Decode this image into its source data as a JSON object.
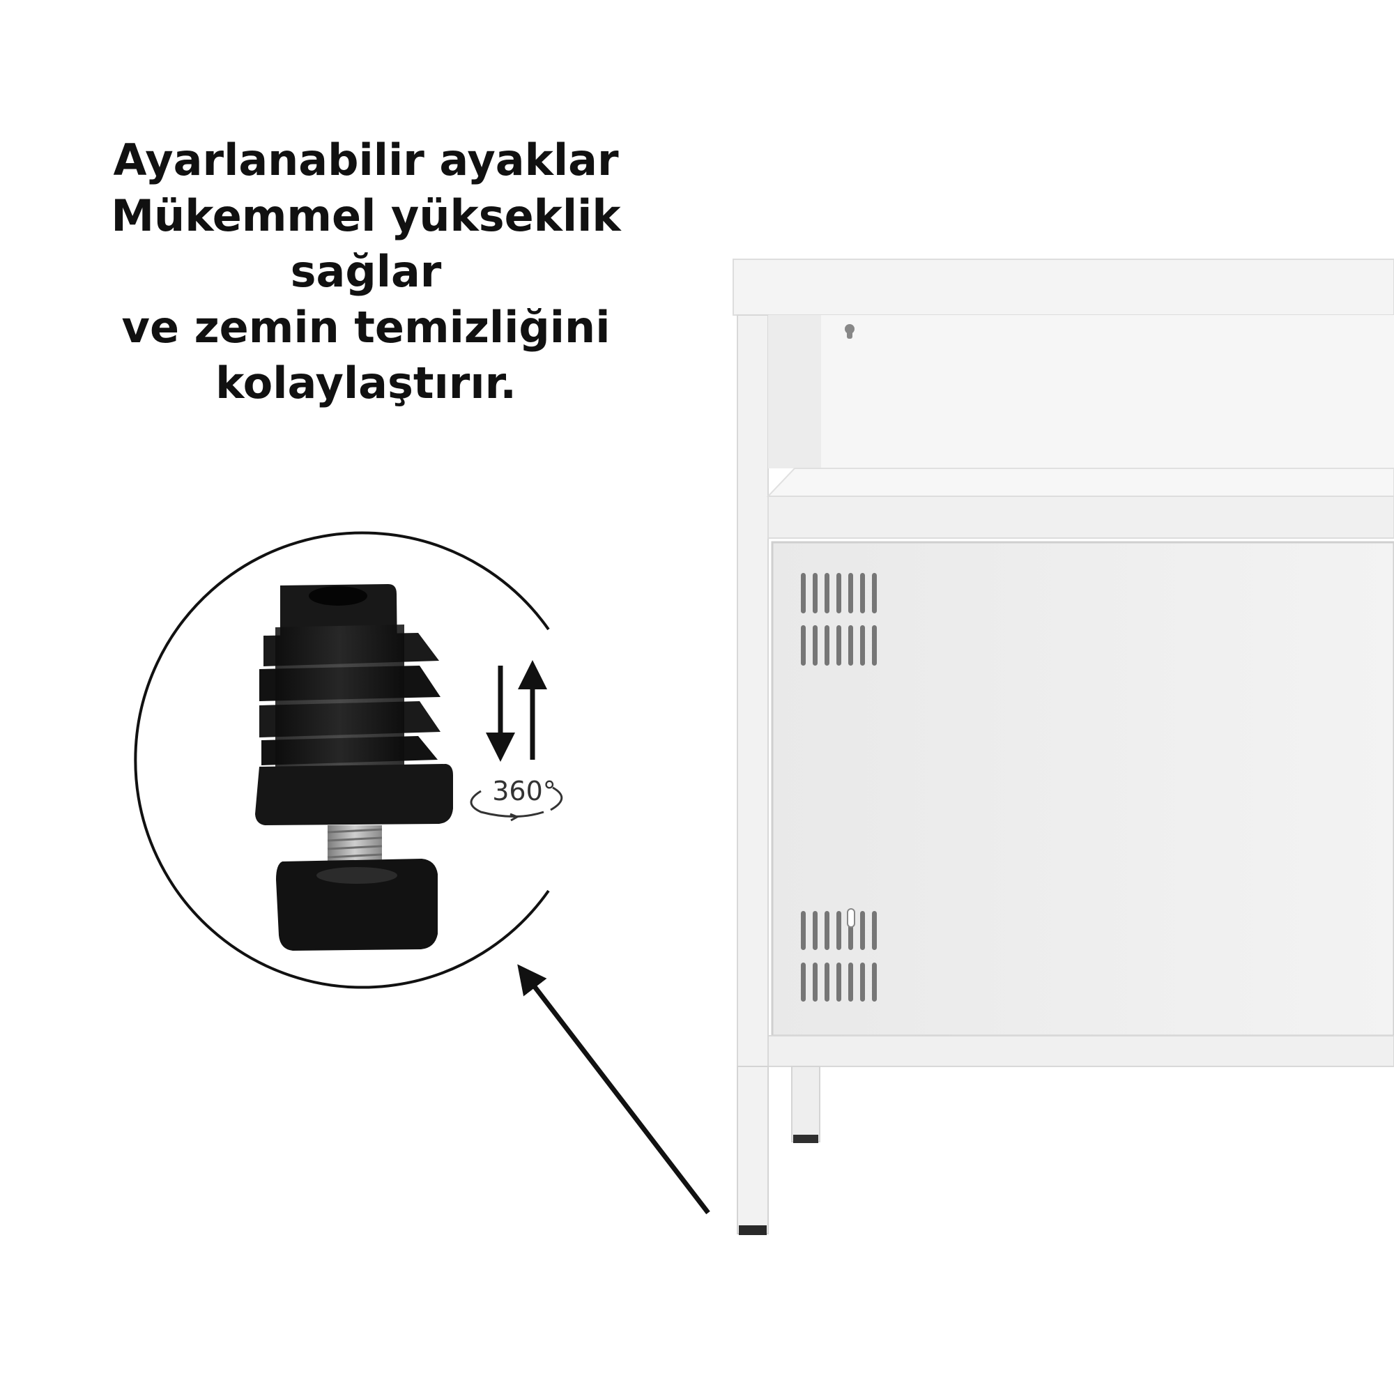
{
  "headline": {
    "line1": "Ayarlanabilir ayaklar",
    "line2": "Mükemmel yükseklik sağlar",
    "line3": "ve zemin temizliğini",
    "line4": "kolaylaştırır."
  },
  "inset": {
    "rotation_label": "360°",
    "adjust_icon": "up-down-arrows-icon",
    "rotate_icon": "rotation-arrows-icon"
  },
  "colors": {
    "text": "#111111",
    "cabinet": "#f1f1f1",
    "cabinet_shadow": "#dcdcdc",
    "vent_slot": "#777777",
    "foot_plastic": "#151515",
    "bolt": "#a9a9a9"
  }
}
